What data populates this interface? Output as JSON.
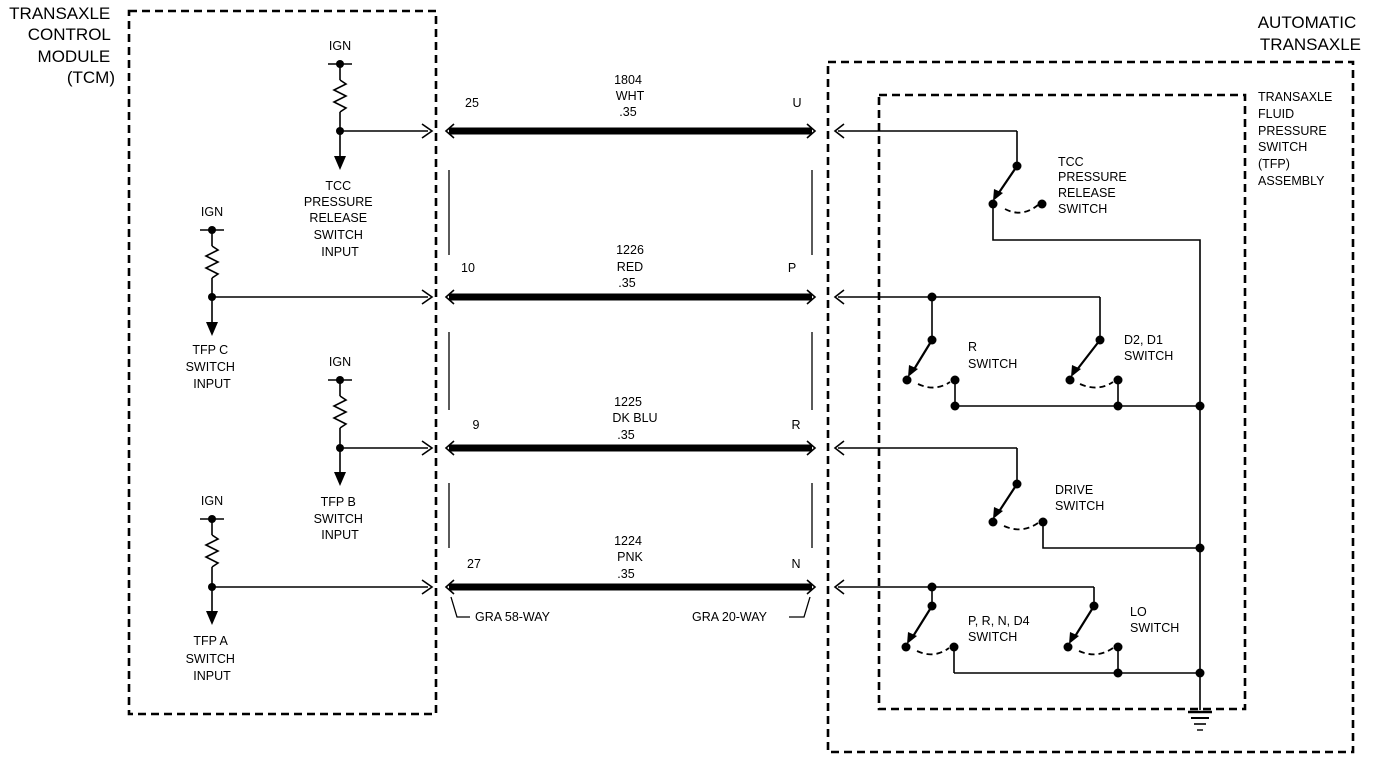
{
  "tcm": {
    "title": [
      "TRANSAXLE",
      "CONTROL",
      "MODULE",
      "(TCM)"
    ],
    "ign_label": "IGN",
    "inputs": [
      [
        "TCC",
        "PRESSURE",
        "RELEASE",
        "SWITCH",
        "INPUT"
      ],
      [
        "TFP C",
        "SWITCH",
        "INPUT"
      ],
      [
        "TFP B",
        "SWITCH",
        "INPUT"
      ],
      [
        "TFP A",
        "SWITCH",
        "INPUT"
      ]
    ]
  },
  "transaxle": {
    "title": [
      "AUTOMATIC",
      "TRANSAXLE"
    ],
    "tfp_assembly": [
      "TRANSAXLE",
      "FLUID",
      "PRESSURE",
      "SWITCH",
      "(TFP)",
      "ASSEMBLY"
    ],
    "switches": {
      "tcc": [
        "TCC",
        "PRESSURE",
        "RELEASE",
        "SWITCH"
      ],
      "r": [
        "R",
        "SWITCH"
      ],
      "d2d1": [
        "D2, D1",
        "SWITCH"
      ],
      "drive": [
        "DRIVE",
        "SWITCH"
      ],
      "prnd4": [
        "P, R, N, D4",
        "SWITCH"
      ],
      "lo": [
        "LO",
        "SWITCH"
      ]
    }
  },
  "circuits": [
    {
      "tcm_pin": "25",
      "circuit": "1804",
      "color": "WHT",
      "gauge": ".35",
      "tfp_pin": "U"
    },
    {
      "tcm_pin": "10",
      "circuit": "1226",
      "color": "RED",
      "gauge": ".35",
      "tfp_pin": "P"
    },
    {
      "tcm_pin": "9",
      "circuit": "1225",
      "color": "DK BLU",
      "gauge": ".35",
      "tfp_pin": "R"
    },
    {
      "tcm_pin": "27",
      "circuit": "1224",
      "color": "PNK",
      "gauge": ".35",
      "tfp_pin": "N"
    }
  ],
  "connectors": {
    "tcm": "GRA 58-WAY",
    "transaxle": "GRA 20-WAY"
  }
}
